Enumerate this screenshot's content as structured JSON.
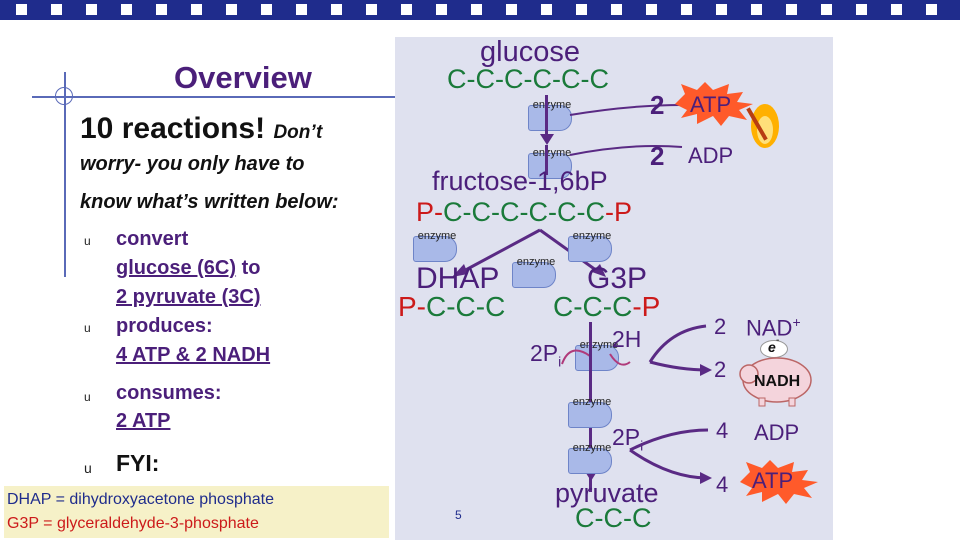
{
  "overview_title": "Overview",
  "intro_main": "10 reactions!",
  "intro_tail": "Don’t",
  "intro_line2": "worry- you only have to",
  "intro_line3": "know what’s written below:",
  "bullet_glyph": "u",
  "bullets": {
    "b1_a": "convert",
    "b1_b": "glucose (6C)",
    "b1_c": "to",
    "b1_d": "2 pyruvate (3C)",
    "b2_a": "produces:",
    "b2_b": "4 ATP & 2 NADH",
    "b3_a": "consumes:",
    "b3_b": "2 ATP",
    "b4_a": "FYI:"
  },
  "fyi": {
    "line1": "DHAP = dihydroxyacetone phosphate",
    "line2": "G3P = glyceraldehyde-3-phosphate"
  },
  "page_number": "5",
  "diagram": {
    "glucose": "glucose",
    "glucose_formula": "C-C-C-C-C-C",
    "fructose": "fructose-1,6bP",
    "fructose_p1": "P-",
    "fructose_c": "C-C-C-C-C-C",
    "fructose_p2": "-P",
    "dhap": "DHAP",
    "dhap_p": "P-",
    "dhap_c": "C-C-C",
    "g3p": "G3P",
    "g3p_c": "C-C-C",
    "g3p_p": "-P",
    "two_pi_1": "2P",
    "two_pi_1_sub": "i",
    "two_h": "2H",
    "two_pi_2": "2P",
    "two_pi_2_sub": "i",
    "pyruvate": "pyruvate",
    "pyruvate_formula": "C-C-C",
    "enzyme": "enzyme"
  },
  "side": {
    "n_atp_in": "2",
    "atp_in": "ATP",
    "n_adp_in": "2",
    "adp_in": "ADP",
    "n_nad": "2",
    "nad": "NAD",
    "nad_sup": "+",
    "electron": "e",
    "electron_sup": "-",
    "n_nadh": "2",
    "nadh": "NADH",
    "n_adp_out": "4",
    "adp_out": "ADP",
    "n_atp_out": "4",
    "atp_out": "ATP"
  },
  "colors": {
    "top_bar": "#1f2c8c",
    "panel": "#dfe1ef",
    "title": "#4b1f7a",
    "phosphate": "#cc1a1a",
    "carbon": "#1a7a3a",
    "burst": "#ff5a2a"
  }
}
